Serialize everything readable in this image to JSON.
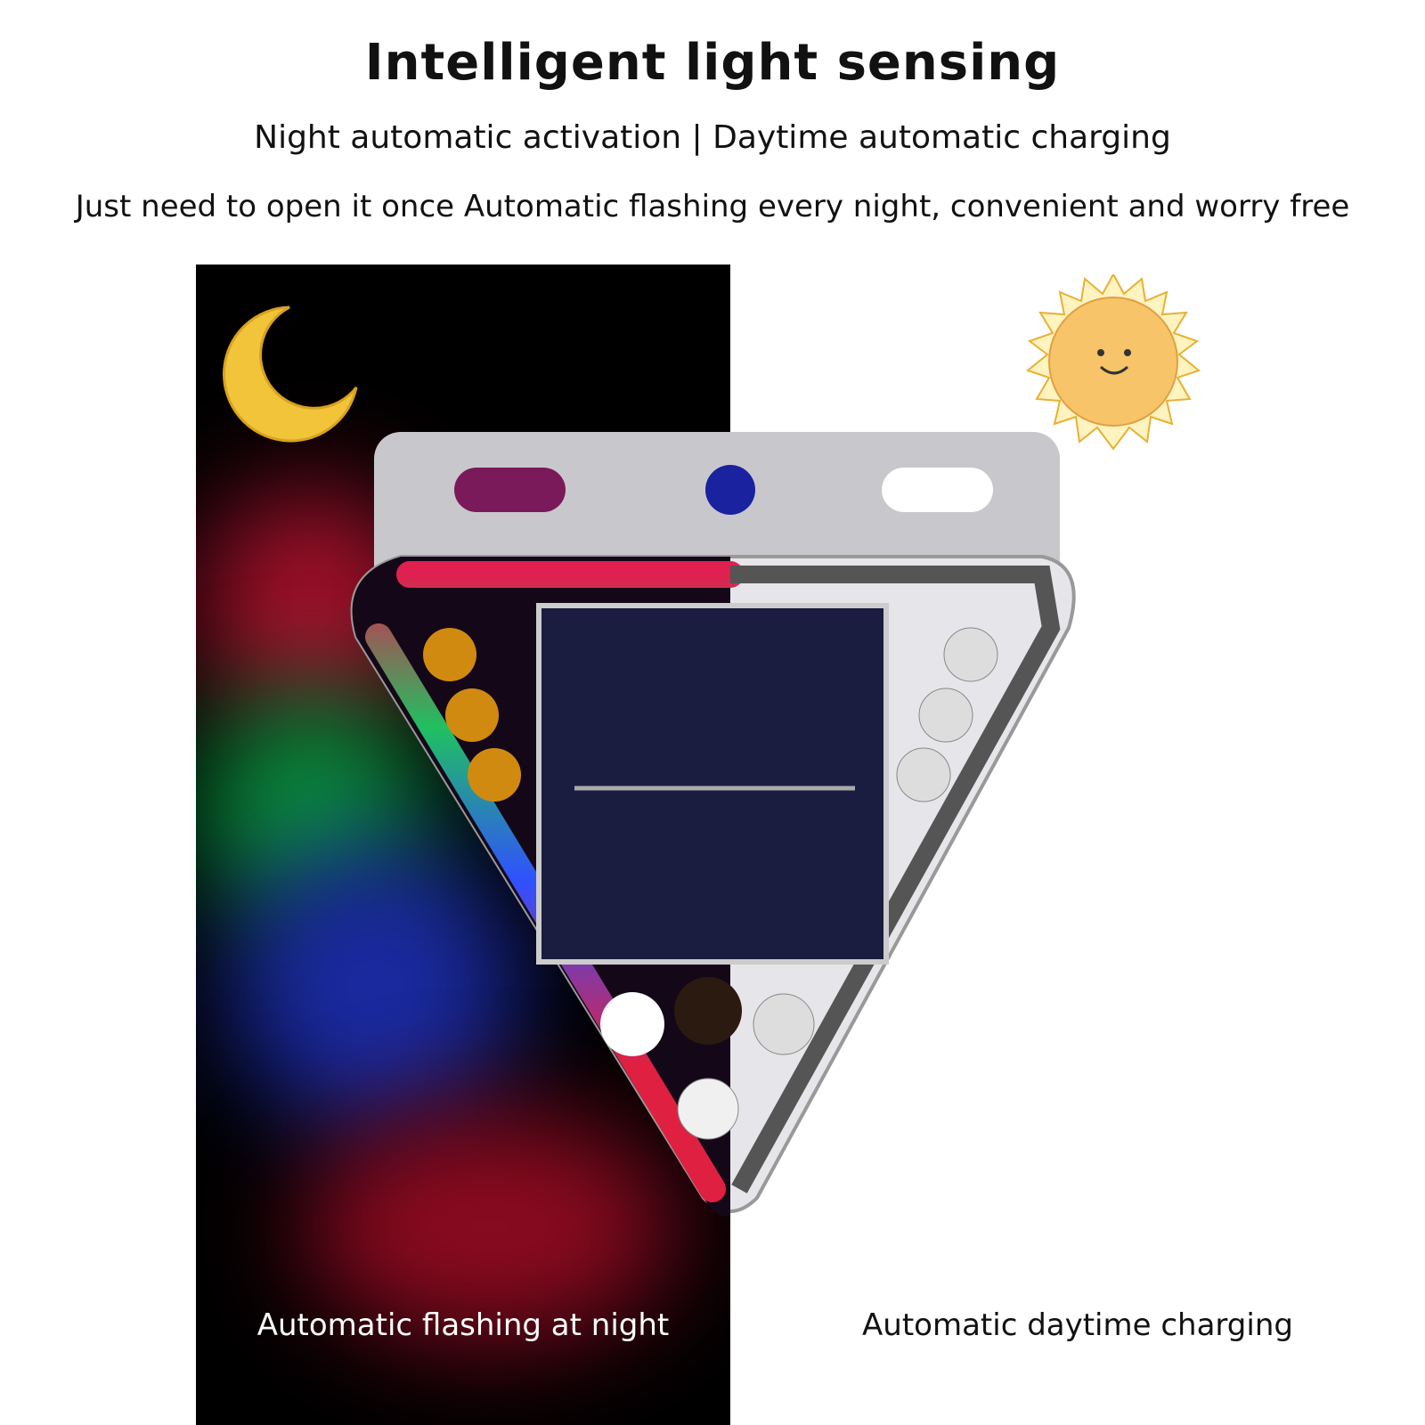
{
  "header": {
    "title": "Intelligent light sensing",
    "subtitle": "Night automatic activation | Daytime automatic charging",
    "description": "Just need to open it once Automatic flashing every night, convenient and worry free"
  },
  "panels": {
    "night_caption": "Automatic flashing at night",
    "day_caption": "Automatic daytime charging"
  },
  "colors": {
    "moon": "#f2c43a",
    "sun": "#f7c46a",
    "night_bg": "#000000"
  }
}
